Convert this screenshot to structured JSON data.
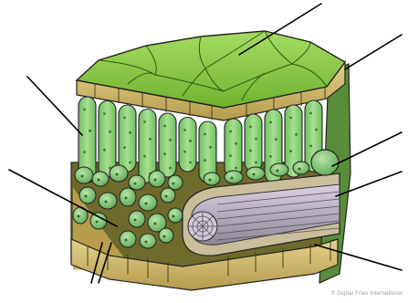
{
  "diagram": {
    "subject": "leaf-cross-section",
    "colors": {
      "cuticle_green": "#7cc13a",
      "epidermis_tan": "#c9b46a",
      "palisade_green": "#8fd07a",
      "spongy_green": "#8fcf86",
      "vein_tan": "#c4ad7a",
      "vein_grey": "#b8b0c2",
      "air_space_brown": "#b69a48",
      "outline": "#222222"
    },
    "label_lines_count": 8
  },
  "credit": "© Digital Fries International"
}
